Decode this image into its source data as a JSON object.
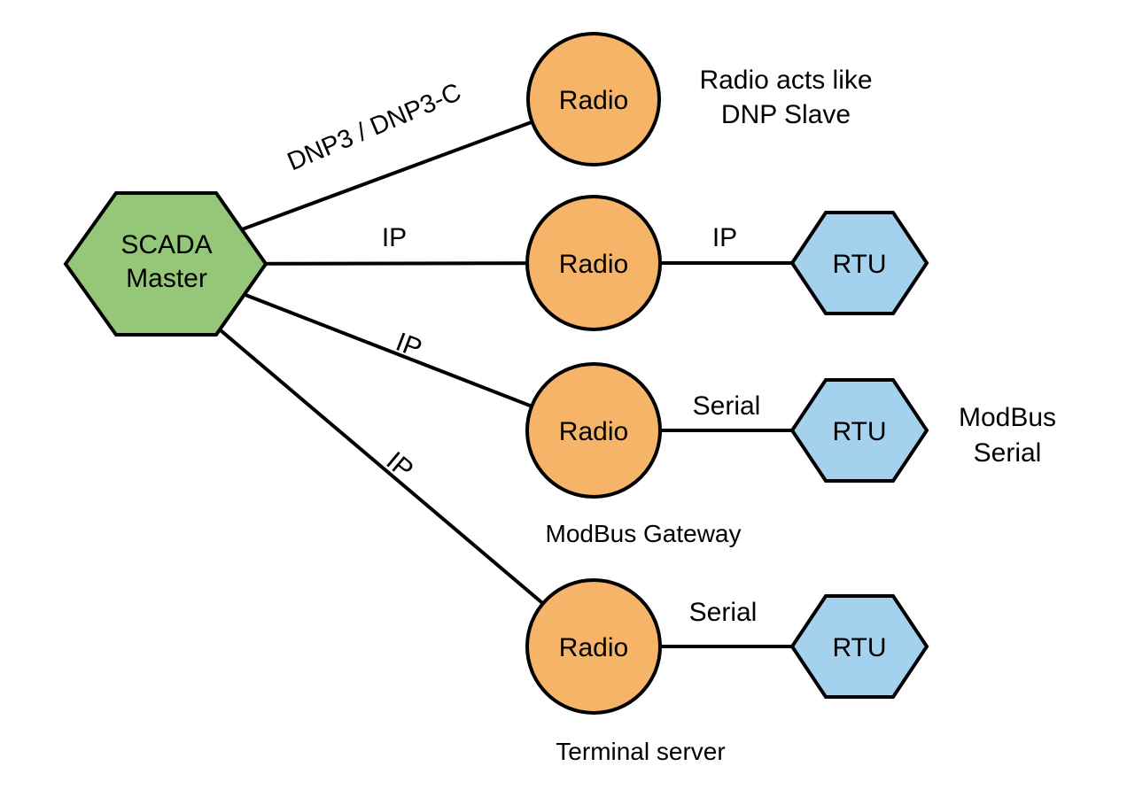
{
  "diagram": {
    "colors": {
      "background": "#ffffff",
      "master_fill": "#94c878",
      "radio_fill": "#f6b468",
      "rtu_fill": "#a4d2ee",
      "stroke": "#000000"
    },
    "nodes": {
      "scada_master": {
        "line1": "SCADA",
        "line2": "Master"
      },
      "radio_dnp": {
        "label": "Radio"
      },
      "radio_ip": {
        "label": "Radio"
      },
      "radio_gateway": {
        "label": "Radio"
      },
      "radio_terminal": {
        "label": "Radio"
      },
      "rtu_ip": {
        "label": "RTU"
      },
      "rtu_serial": {
        "label": "RTU"
      },
      "rtu_terminal": {
        "label": "RTU"
      }
    },
    "edge_labels": {
      "master_to_radio_dnp": "DNP3 / DNP3-C",
      "master_to_radio_ip": "IP",
      "master_to_radio_gateway": "IP",
      "master_to_radio_terminal": "IP",
      "radio_to_rtu_ip": "IP",
      "radio_to_rtu_serial": "Serial",
      "radio_to_rtu_terminal": "Serial"
    },
    "annotations": {
      "radio_acts_line1": "Radio acts like",
      "radio_acts_line2": "DNP Slave",
      "modbus_serial_line1": "ModBus",
      "modbus_serial_line2": "Serial",
      "modbus_gateway": "ModBus Gateway",
      "terminal_server": "Terminal server"
    }
  }
}
